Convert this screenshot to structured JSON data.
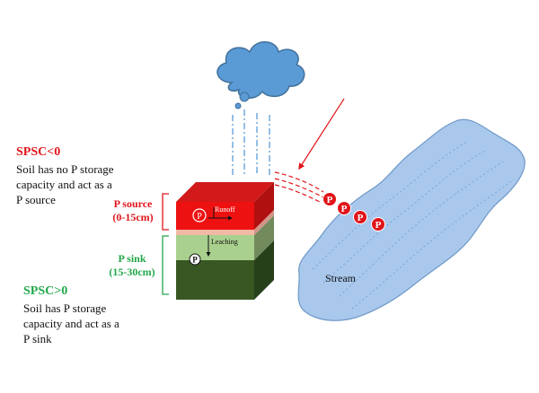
{
  "left_panel": {
    "spsc_neg": {
      "heading": "SPSC<0",
      "lines": [
        "Soil has no P storage",
        "capacity and act as a",
        "P source"
      ]
    },
    "spsc_pos": {
      "heading": "SPSC>0",
      "lines": [
        "Soil  has P storage",
        "capacity and act as a",
        "P sink"
      ]
    }
  },
  "soil_block": {
    "source_label": [
      "P source",
      "(0-15cm)"
    ],
    "sink_label": [
      "P sink",
      "(15-30cm)"
    ],
    "runoff_label": "Runoff",
    "leaching_label": "Leaching",
    "p_symbol": "P"
  },
  "stream": {
    "label": "Stream",
    "particles": [
      "P",
      "P",
      "P",
      "P"
    ]
  },
  "colors": {
    "source_red": "#e0141a",
    "sink_green": "#22a84a",
    "cloud_blue": "#5b9bd5",
    "stream_fill": "#a9c8ec",
    "top_layer_red": "#ee1111",
    "mid_layer_pink": "#f2b9a7",
    "sink_light_green": "#a9d08e",
    "sink_dark_green": "#385723"
  },
  "icons": [
    "cloud-icon",
    "rain-drops-icon",
    "arrow-icon"
  ]
}
